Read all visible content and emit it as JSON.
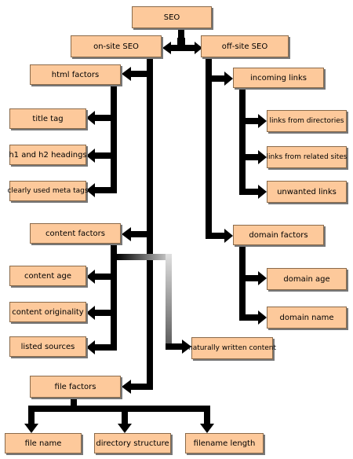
{
  "diagram": {
    "nodes": {
      "seo": "SEO",
      "on_site_seo": "on-site SEO",
      "off_site_seo": "off-site SEO",
      "html_factors": "html factors",
      "title_tag": "title tag",
      "h1_h2_headings": "h1 and h2 headings",
      "meta_tags": "clearly used meta tags",
      "content_factors": "content factors",
      "content_age": "content age",
      "content_originality": "content originality",
      "listed_sources": "listed sources",
      "naturally_written_content": "naturally written content",
      "file_factors": "file factors",
      "file_name": "file name",
      "directory_structure": "directory structure",
      "filename_length": "filename length",
      "incoming_links": "incoming links",
      "links_from_directories": "links from directories",
      "links_from_related_sites": "links from related sites",
      "unwanted_links": "unwanted links",
      "domain_factors": "domain factors",
      "domain_age": "domain age",
      "domain_name": "domain name"
    },
    "colors": {
      "node_fill": "#fdc99b",
      "node_border": "#8a6a4a",
      "connector": "#000000",
      "faded_connector": "#d0d0d0"
    }
  }
}
